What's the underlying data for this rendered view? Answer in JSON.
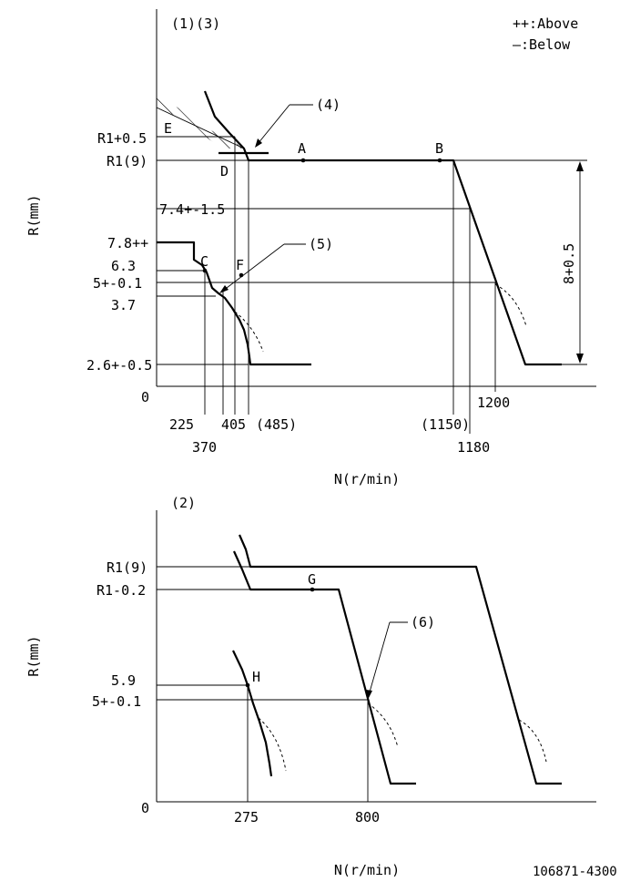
{
  "top": {
    "header": "(1)(3)",
    "legend_above": "++:Above",
    "legend_below": "—:Below",
    "ylabel": "R(mm)",
    "xlabel": "N(r/min)",
    "origin": "0",
    "y_labels": {
      "r1p05": "R1+0.5",
      "r19": "R1(9)",
      "v74": "7.4+-1.5",
      "v78": "7.8++",
      "v63": "6.3",
      "v5": "5+-0.1",
      "v37": "3.7",
      "v26": "2.6+-0.5"
    },
    "x_labels": {
      "n225": "225",
      "n370": "370",
      "n405": "405",
      "n485": "(485)",
      "n1150": "(1150)",
      "n1180": "1180",
      "n1200": "1200"
    },
    "points": {
      "A": "A",
      "B": "B",
      "C": "C",
      "D": "D",
      "E": "E",
      "F": "F"
    },
    "callouts": {
      "c4": "(4)",
      "c5": "(5)"
    },
    "dimension": "8+0.5"
  },
  "bottom": {
    "header": "(2)",
    "ylabel": "R(mm)",
    "xlabel": "N(r/min)",
    "origin": "0",
    "y_labels": {
      "r19": "R1(9)",
      "r1m02": "R1-0.2",
      "v59": "5.9",
      "v5": "5+-0.1"
    },
    "x_labels": {
      "n275": "275",
      "n800": "800"
    },
    "points": {
      "G": "G",
      "H": "H"
    },
    "callouts": {
      "c6": "(6)"
    }
  },
  "drawing_number": "106871-4300"
}
